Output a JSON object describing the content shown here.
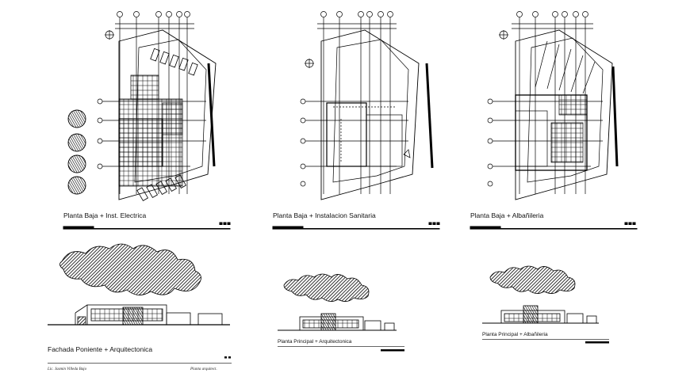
{
  "drawings": {
    "plan_electrica": {
      "caption": "Planta Baja + Inst. Electrica"
    },
    "plan_sanitaria": {
      "caption": "Planta Baja + Instalacion Sanitaria"
    },
    "plan_albanileria": {
      "caption": "Planta Baja + Albañileria"
    },
    "fachada_poniente": {
      "caption": "Fachada   Poniente + Arquitectonica"
    },
    "planta_principal_arq": {
      "caption": "Planta   Principal + Arquitectonica"
    },
    "planta_principal_alb": {
      "caption": "Planta   Principal + Albañileria"
    }
  },
  "colors": {
    "ink": "#111111",
    "paper": "#ffffff"
  },
  "icons": [
    "tree-symbol",
    "north-arrow",
    "car-symbol",
    "cloud-hatch",
    "scale-bar"
  ]
}
